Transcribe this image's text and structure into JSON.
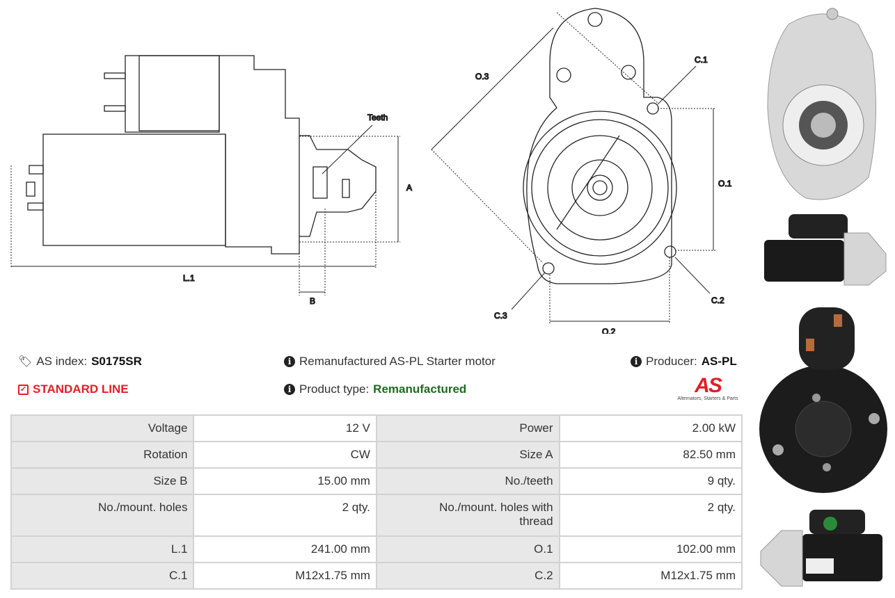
{
  "diagram_labels": {
    "teeth": "Teeth",
    "a": "A",
    "l1": "L.1",
    "b": "B",
    "o3": "O.3",
    "c1": "C.1",
    "o1": "O.1",
    "c2": "C.2",
    "c3": "C.3",
    "o2": "O.2"
  },
  "header": {
    "index_label": "AS index:",
    "index_value": "S0175SR",
    "line_label": "STANDARD LINE",
    "title": "Remanufactured AS-PL Starter motor",
    "type_label": "Product type:",
    "type_value": "Remanufactured",
    "producer_label": "Producer:",
    "producer_value": "AS-PL",
    "logo_text": "AS",
    "logo_tagline": "Alternators, Starters & Parts"
  },
  "colors": {
    "accent": "#e31e24",
    "green": "#1e6b1e"
  },
  "specs": [
    [
      "Voltage",
      "12 V",
      "Power",
      "2.00 kW"
    ],
    [
      "Rotation",
      "CW",
      "Size A",
      "82.50 mm"
    ],
    [
      "Size B",
      "15.00 mm",
      "No./teeth",
      "9 qty."
    ],
    [
      "No./mount. holes",
      "2 qty.",
      "No./mount. holes with thread",
      "2 qty."
    ],
    [
      "L.1",
      "241.00 mm",
      "O.1",
      "102.00 mm"
    ],
    [
      "C.1",
      "M12x1.75 mm",
      "C.2",
      "M12x1.75 mm"
    ]
  ]
}
